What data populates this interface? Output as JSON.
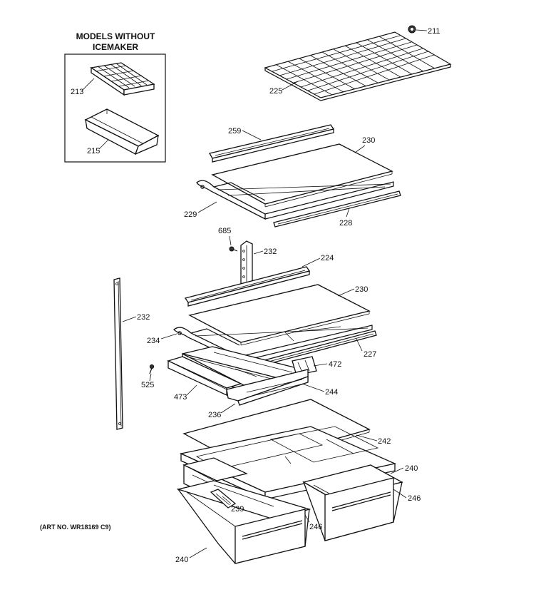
{
  "inset": {
    "title_line1": "MODELS WITHOUT",
    "title_line2": "ICEMAKER"
  },
  "art_number": "(ART NO. WR18169 C9)",
  "callouts": {
    "c211": "211",
    "c225": "225",
    "c213": "213",
    "c215": "215",
    "c259": "259",
    "c230a": "230",
    "c229": "229",
    "c228": "228",
    "c685": "685",
    "c232a": "232",
    "c224": "224",
    "c230b": "230",
    "c232b": "232",
    "c234": "234",
    "c227": "227",
    "c472": "472",
    "c525": "525",
    "c473": "473",
    "c244": "244",
    "c236": "236",
    "c242": "242",
    "c240a": "240",
    "c246a": "246",
    "c239": "239",
    "c246b": "246",
    "c240b": "240"
  }
}
